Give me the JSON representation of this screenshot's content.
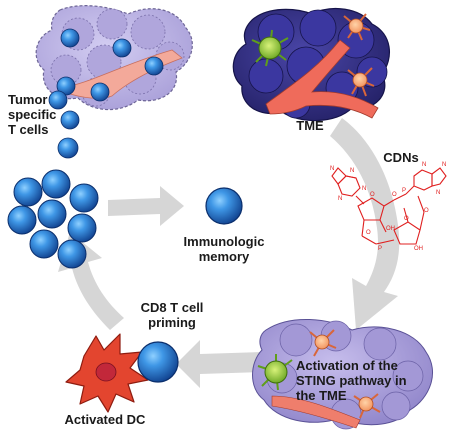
{
  "labels": {
    "tumor_t_cells": "Tumor\nspecific\nT cells",
    "tme": "TME",
    "cdns": "CDNs",
    "immunologic_memory": "Immunologic\nmemory",
    "cd8_priming": "CD8 T cell\npriming",
    "activated_dc": "Activated DC",
    "sting_activation": "Activation of the\nSTING pathway in\nthe TME"
  },
  "colors": {
    "t_cell_blue": "#1f6fd0",
    "tumor_lavender": "#b7aee0",
    "tme_navy": "#2f2c7c",
    "vessel_salmon": "#ef6b5b",
    "dc_red": "#e3452f",
    "green_cell": "#8ccb2e",
    "cdn_red": "#e02020",
    "arrow_grey": "#cfcfcf"
  },
  "icons": [
    "t-cell-icon",
    "tumor-mass-icon",
    "dendritic-cell-icon",
    "cdn-molecule-icon",
    "cycle-arrow-icon"
  ]
}
